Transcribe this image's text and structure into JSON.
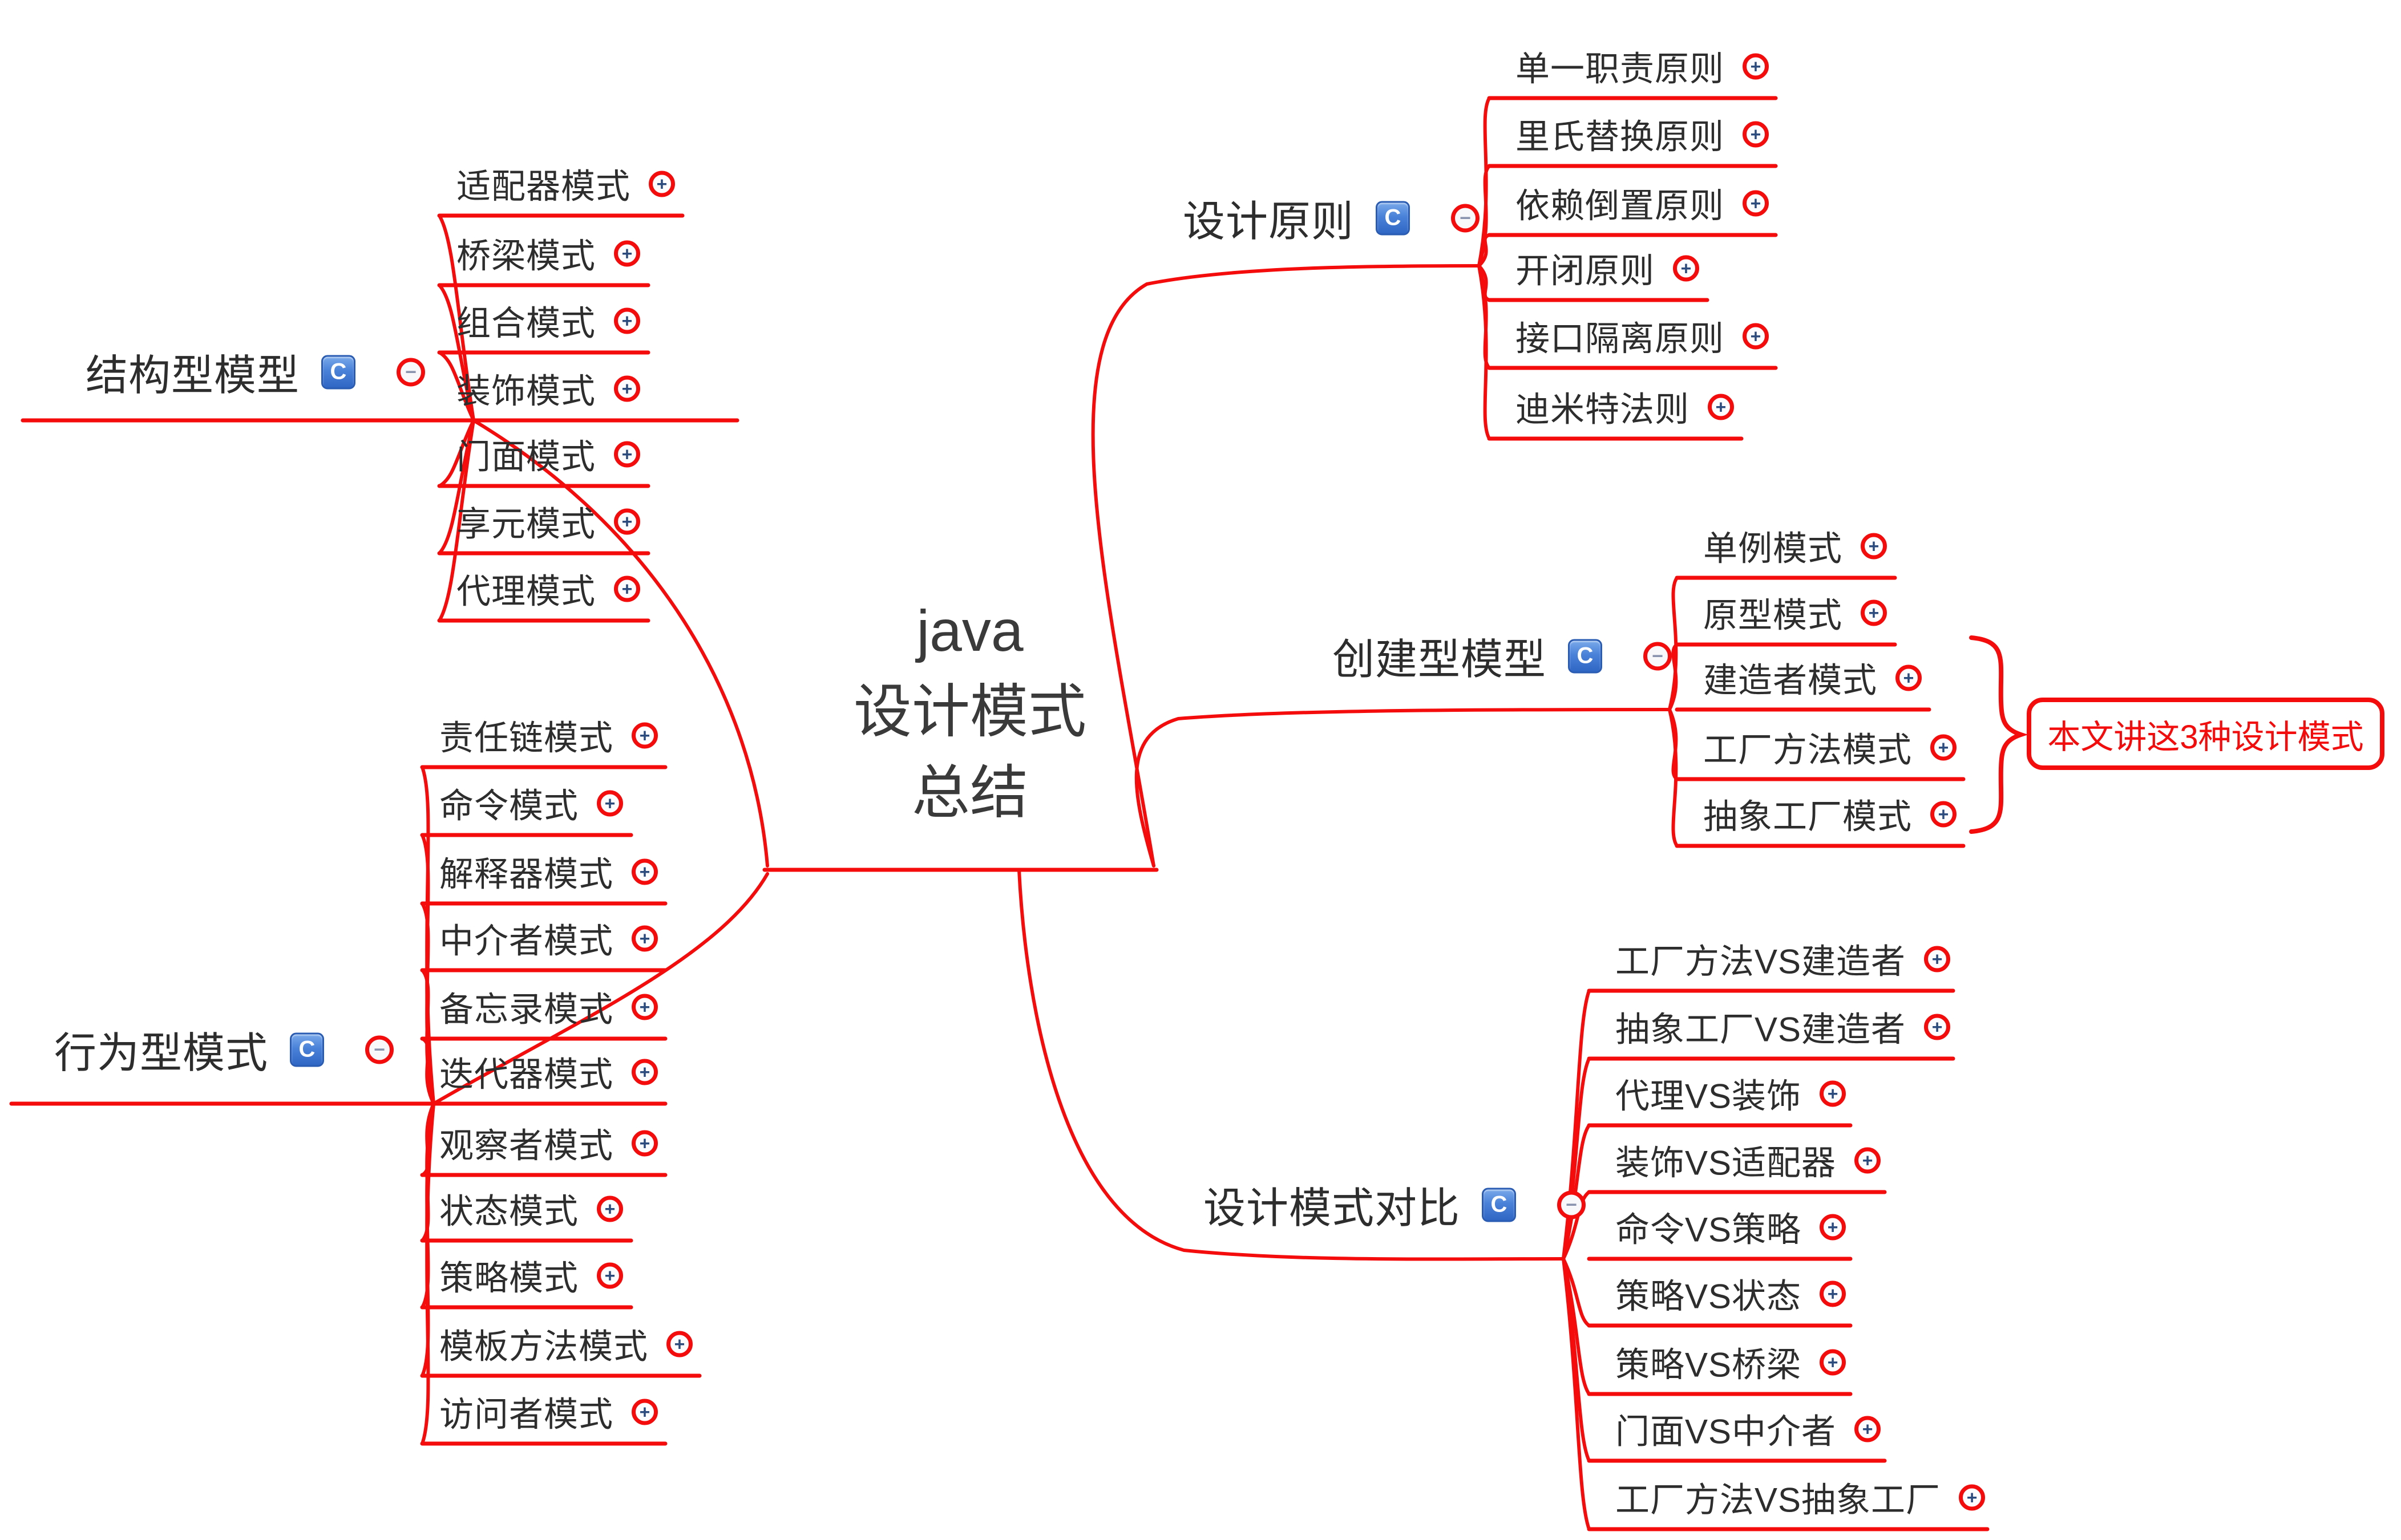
{
  "title": {
    "line1": "java",
    "line2": "设计模式",
    "line3": "总结"
  },
  "callout": {
    "text": "本文讲这3种设计模式"
  },
  "icons": {
    "marker": "C",
    "expand": "+",
    "collapse": "−"
  },
  "colors": {
    "line_red": "#f40c0c",
    "text_dark": "#2d2d2d",
    "marker_blue": "#3c78d8",
    "plus_glyph_navy": "#2b4a7e",
    "minus_glyph_gray": "#8a93ad",
    "callout_red": "#f40c0c"
  },
  "branches": [
    {
      "id": "structural",
      "label": "结构型模型",
      "children": [
        "适配器模式",
        "桥梁模式",
        "组合模式",
        "装饰模式",
        "门面模式",
        "享元模式",
        "代理模式"
      ]
    },
    {
      "id": "principles",
      "label": "设计原则",
      "children": [
        "单一职责原则",
        "里氏替换原则",
        "依赖倒置原则",
        "开闭原则",
        "接口隔离原则",
        "迪米特法则"
      ]
    },
    {
      "id": "creational",
      "label": "创建型模型",
      "children": [
        "单例模式",
        "原型模式",
        "建造者模式",
        "工厂方法模式",
        "抽象工厂模式"
      ]
    },
    {
      "id": "behavioral",
      "label": "行为型模式",
      "children": [
        "责任链模式",
        "命令模式",
        "解释器模式",
        "中介者模式",
        "备忘录模式",
        "迭代器模式",
        "观察者模式",
        "状态模式",
        "策略模式",
        "模板方法模式",
        "访问者模式"
      ]
    },
    {
      "id": "comparison",
      "label": "设计模式对比",
      "children": [
        "工厂方法VS建造者",
        "抽象工厂VS建造者",
        "代理VS装饰",
        "装饰VS适配器",
        "命令VS策略",
        "策略VS状态",
        "策略VS桥梁",
        "门面VS中介者",
        "工厂方法VS抽象工厂"
      ]
    }
  ]
}
